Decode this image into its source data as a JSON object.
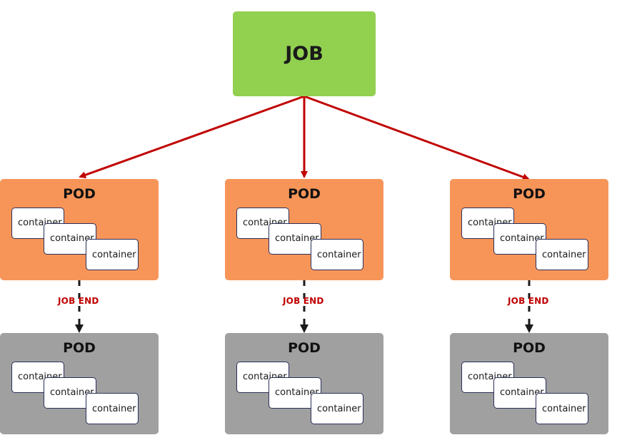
{
  "job": {
    "label": "JOB"
  },
  "columns": [
    {
      "running_pod": {
        "title": "POD",
        "containers": [
          "container",
          "container",
          "container"
        ]
      },
      "transition_label": "JOB END",
      "finished_pod": {
        "title": "POD",
        "containers": [
          "container",
          "container",
          "container"
        ]
      }
    },
    {
      "running_pod": {
        "title": "POD",
        "containers": [
          "container",
          "container",
          "container"
        ]
      },
      "transition_label": "JOB END",
      "finished_pod": {
        "title": "POD",
        "containers": [
          "container",
          "container",
          "container"
        ]
      }
    },
    {
      "running_pod": {
        "title": "POD",
        "containers": [
          "container",
          "container",
          "container"
        ]
      },
      "transition_label": "JOB END",
      "finished_pod": {
        "title": "POD",
        "containers": [
          "container",
          "container",
          "container"
        ]
      }
    }
  ],
  "colors": {
    "job_fill": "#92d050",
    "running_pod_fill": "#f79559",
    "finished_pod_fill": "#a0a0a0",
    "spawn_arrow": "#c00000",
    "job_end_text": "#c00000",
    "transition_arrow": "#1a1a1a"
  }
}
